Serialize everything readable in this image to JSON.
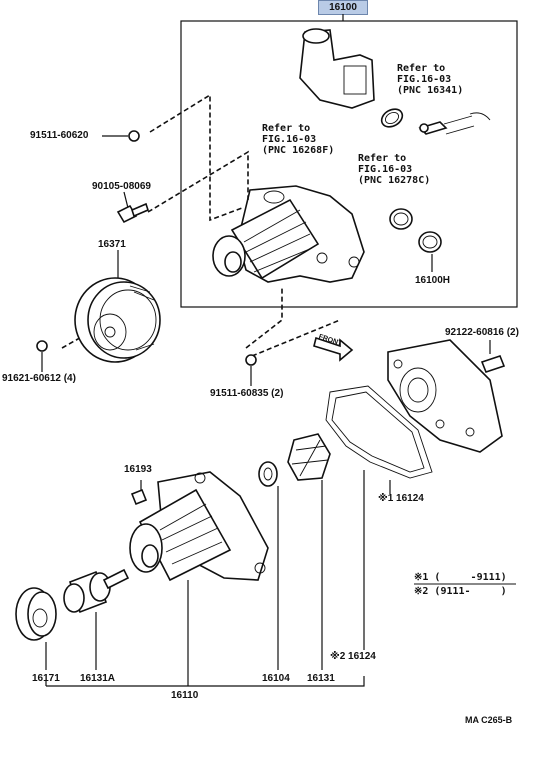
{
  "header": {
    "assembly_no": "16100"
  },
  "refs": [
    {
      "id": "ref-a",
      "text": "Refer to\nFIG.16-03\n(PNC 16341)"
    },
    {
      "id": "ref-b",
      "text": "Refer to\nFIG.16-03\n(PNC 16268F)"
    },
    {
      "id": "ref-c",
      "text": "Refer to\nFIG.16-03\n(PNC 16278C)"
    }
  ],
  "parts": {
    "p91511_60620": "91511-60620",
    "p90105_08069": "90105-08069",
    "p16371": "16371",
    "p91621_60612": "91621-60612 (4)",
    "p91511_60835": "91511-60835 (2)",
    "p16100H": "16100H",
    "p92122_60816": "92122-60816 (2)",
    "p16193": "16193",
    "p16124a": "※1 16124",
    "p16124b": "※2 16124",
    "p16171": "16171",
    "p16131A": "16131A",
    "p16110": "16110",
    "p16104": "16104",
    "p16131": "16131",
    "front": "FRONT"
  },
  "legend": {
    "row1": "※1 (     -9111)",
    "row2": "※2 (9111-     )"
  },
  "footer": {
    "code": "MA C265-B"
  }
}
